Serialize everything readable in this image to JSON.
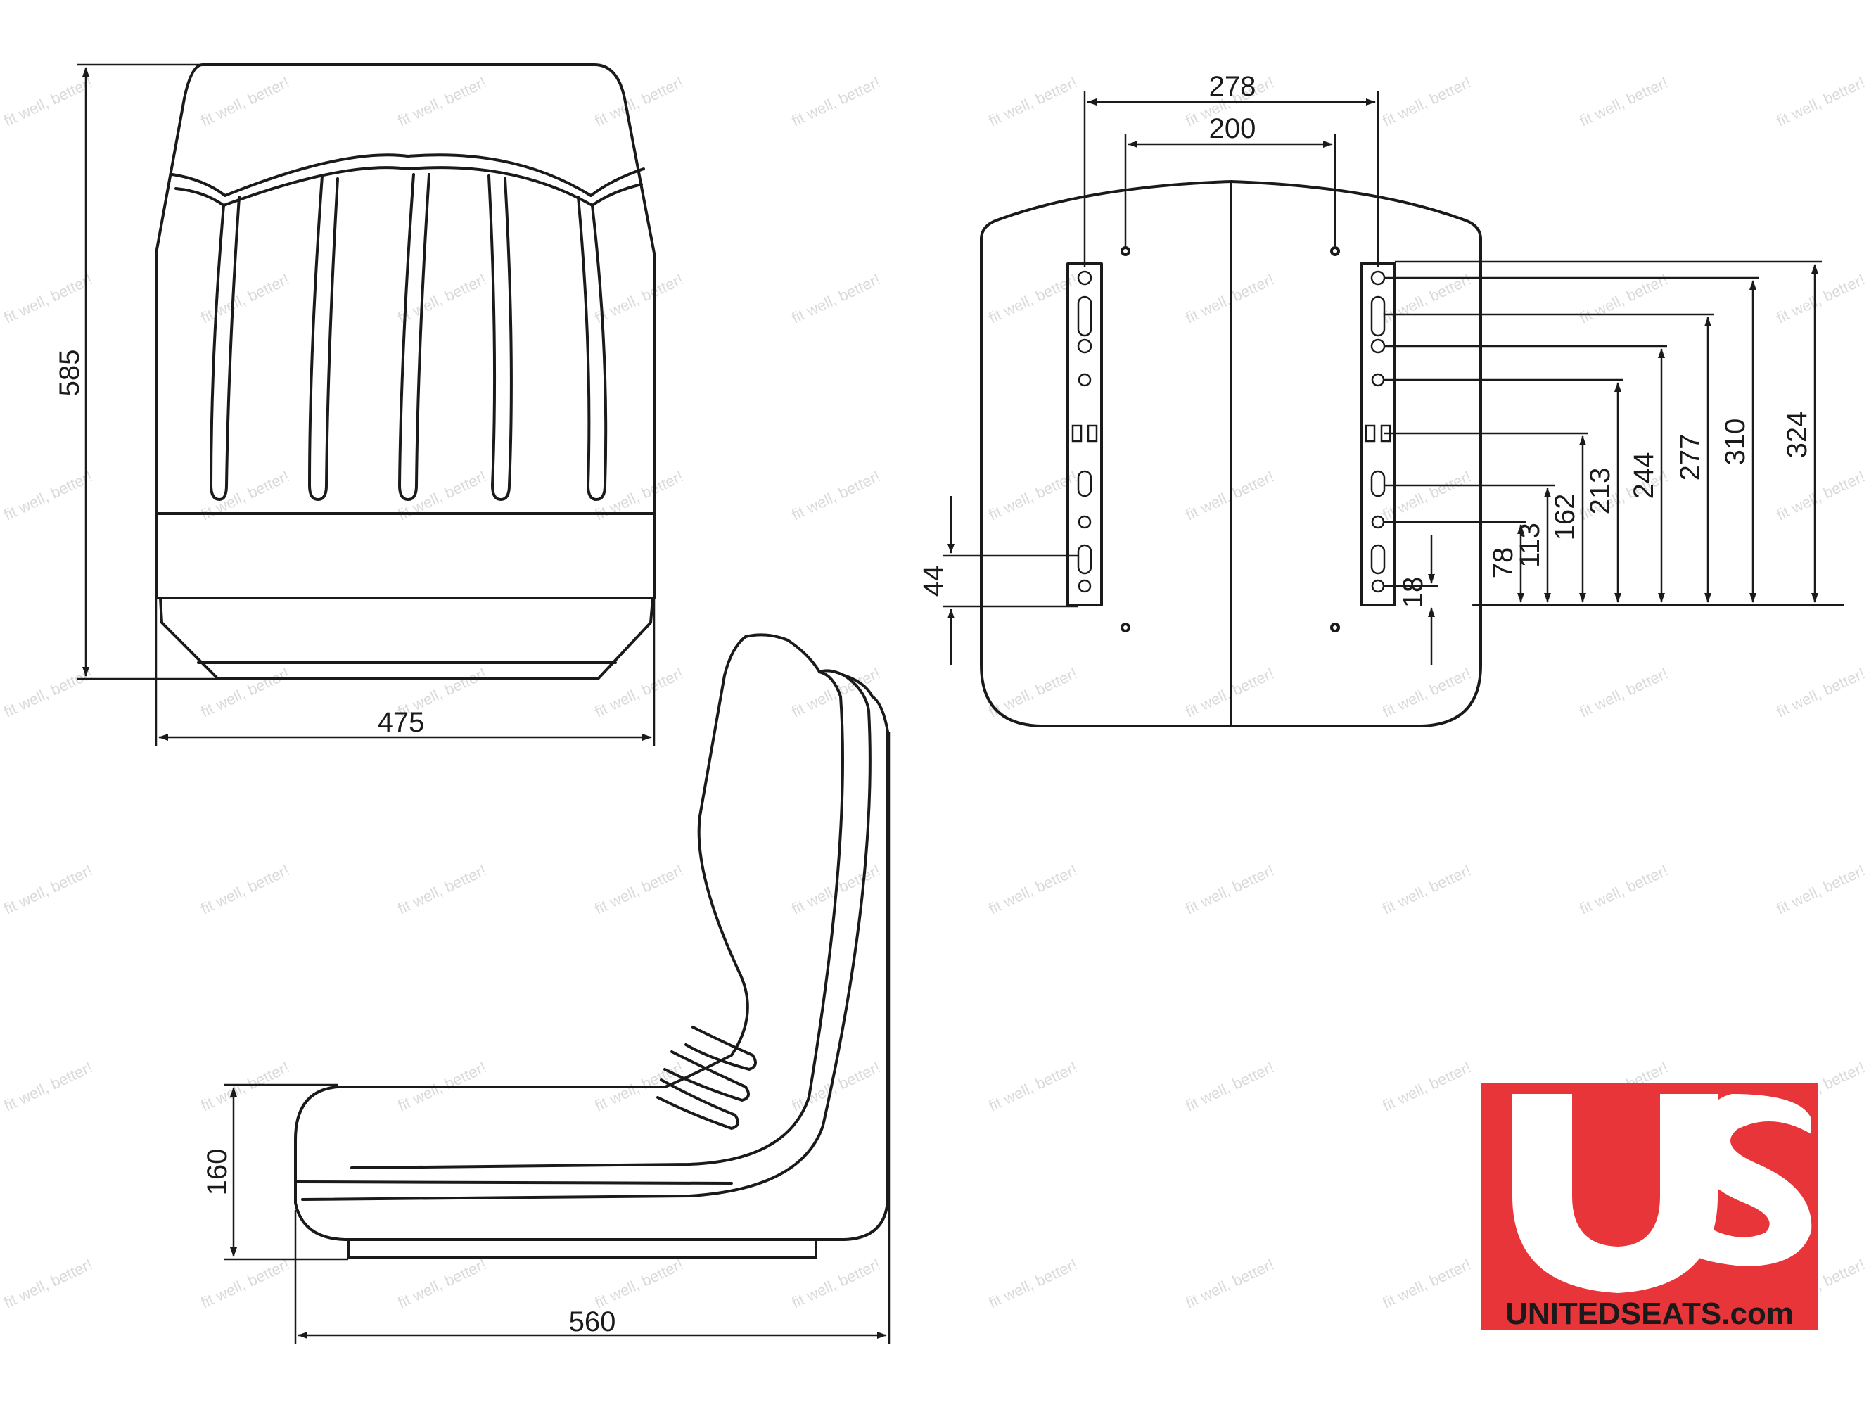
{
  "dimensions": {
    "front_height": "585",
    "front_width": "475",
    "side_depth": "560",
    "side_seat_height": "160",
    "top_outer_spacing": "278",
    "top_inner_spacing": "200",
    "slot_spacing": "44",
    "rail_holes": [
      "18",
      "78",
      "113",
      "162",
      "213",
      "244",
      "277",
      "310",
      "324"
    ]
  },
  "logo": {
    "text": "UNITEDSEATS.com",
    "watermark": "fit well, better!",
    "color_primary": "#e8353a",
    "color_secondary": "#ffffff"
  },
  "colors": {
    "line": "#1a1a1a",
    "background": "#ffffff"
  }
}
